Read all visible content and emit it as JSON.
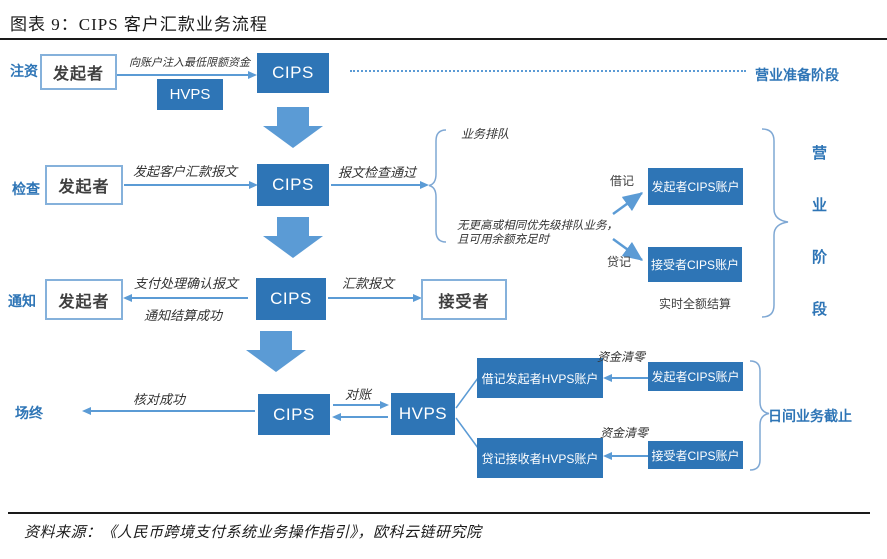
{
  "header": {
    "title": "图表 9：CIPS 客户汇款业务流程"
  },
  "footer": {
    "source": "资料来源：《人民币跨境支付系统业务操作指引》，欧科云链研究院"
  },
  "colors": {
    "box_blue": "#2e75b6",
    "arrow_blue": "#5b9bd5",
    "label_blue": "#2e75b6"
  },
  "stages": {
    "inject": "注资",
    "check": "检查",
    "notify": "通知",
    "eod": "场终"
  },
  "phases": {
    "prep": "营业准备阶段",
    "business_chars": [
      "营",
      "业",
      "阶",
      "段"
    ],
    "eod_cutoff": "日间业务截止"
  },
  "row1": {
    "initiator": "发起者",
    "fund_label": "向账户注入最低限额资金",
    "hvps": "HVPS",
    "cips": "CIPS"
  },
  "row2": {
    "initiator": "发起者",
    "send_label": "发起客户汇款报文",
    "cips": "CIPS",
    "pass_label": "报文检查通过",
    "queue_label": "业务排队",
    "condition_line1": "无更高或相同优先级排队业务，",
    "condition_line2": "且可用余额充足时",
    "debit": "借记",
    "credit": "贷记",
    "initiator_account": "发起者CIPS账户",
    "receiver_account": "接受者CIPS账户",
    "settle_note": "实时全额结算"
  },
  "row3": {
    "initiator": "发起者",
    "confirm_label": "支付处理确认报文",
    "notify_label": "通知结算成功",
    "cips": "CIPS",
    "remit_label": "汇款报文",
    "receiver": "接受者"
  },
  "row4": {
    "verify_label": "核对成功",
    "cips": "CIPS",
    "recon_label": "对账",
    "hvps": "HVPS",
    "debit_hvps": "借记发起者HVPS账户",
    "credit_hvps": "贷记接收者HVPS账户",
    "clear_top": "资金清零",
    "clear_bottom": "资金清零",
    "initiator_account": "发起者CIPS账户",
    "receiver_account": "接受者CIPS账户"
  }
}
